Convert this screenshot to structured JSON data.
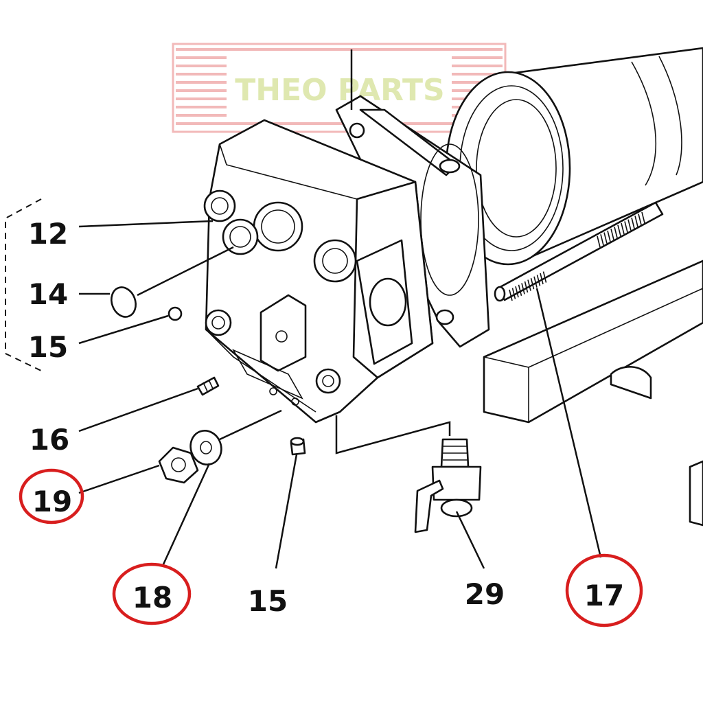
{
  "watermark": {
    "text": "THEO PARTS",
    "text_color": "#dfe8b0",
    "stripe_color": "#f2b9b9"
  },
  "highlight_color": "#d81e1e",
  "callouts": [
    {
      "id": "c12",
      "label": "12",
      "highlighted": false
    },
    {
      "id": "c14",
      "label": "14",
      "highlighted": false
    },
    {
      "id": "c15a",
      "label": "15",
      "highlighted": false
    },
    {
      "id": "c16",
      "label": "16",
      "highlighted": false
    },
    {
      "id": "c19",
      "label": "19",
      "highlighted": true
    },
    {
      "id": "c18",
      "label": "18",
      "highlighted": true
    },
    {
      "id": "c15b",
      "label": "15",
      "highlighted": false
    },
    {
      "id": "c29",
      "label": "29",
      "highlighted": false
    },
    {
      "id": "c17",
      "label": "17",
      "highlighted": true
    }
  ]
}
